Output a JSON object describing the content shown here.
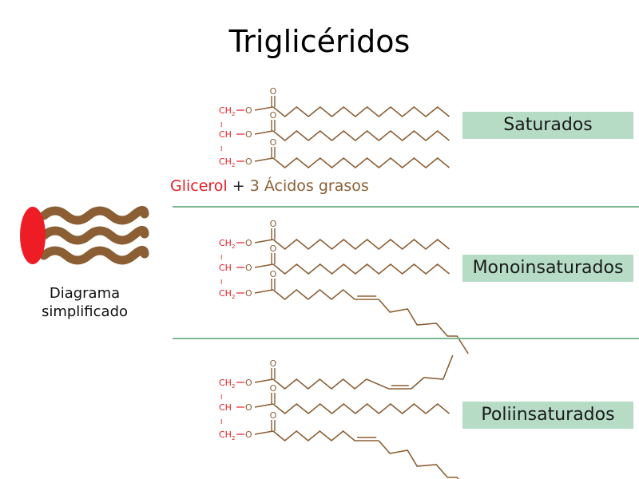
{
  "title": "Triglicéridos",
  "legend": {
    "glicerol": "Glicerol",
    "plus": "+",
    "acidos": "3 Ácidos grasos"
  },
  "labels": {
    "saturados": "Saturados",
    "monoinsaturados": "Monoinsaturados",
    "poliinsaturados": "Poliinsaturados"
  },
  "simplified_diagram": {
    "caption_line1": "Diagrama",
    "caption_line2": "simplificado"
  },
  "molecule": {
    "ch2": "CH",
    "ch": "CH",
    "sub2": "2",
    "oxygen": "O",
    "bond": "I"
  },
  "colors": {
    "glycerol": "#e31e24",
    "fatty_acid": "#8b5e34",
    "label_box": "#b6dcc6",
    "divider": "#7fb694",
    "wave": "#8b5e34"
  }
}
